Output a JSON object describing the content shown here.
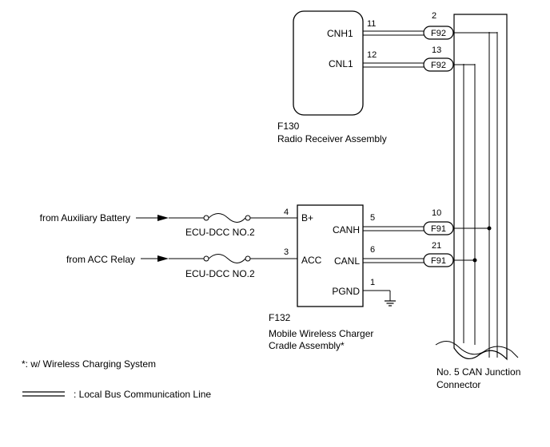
{
  "radio_receiver": {
    "code": "F130",
    "name": "Radio Receiver Assembly",
    "terminals": {
      "cnh1": {
        "label": "CNH1",
        "pin": "11"
      },
      "cnl1": {
        "label": "CNL1",
        "pin": "12"
      }
    },
    "connectors": [
      {
        "label": "F92",
        "pin": "2"
      },
      {
        "label": "F92",
        "pin": "13"
      }
    ]
  },
  "wireless_charger": {
    "code": "F132",
    "name_line1": "Mobile Wireless Charger",
    "name_line2": "Cradle Assembly*",
    "terminals": {
      "bplus": {
        "label": "B+",
        "pin": "4"
      },
      "acc": {
        "label": "ACC",
        "pin": "3"
      },
      "canh": {
        "label": "CANH",
        "pin": "5"
      },
      "canl": {
        "label": "CANL",
        "pin": "6"
      },
      "pgnd": {
        "label": "PGND",
        "pin": "1"
      }
    },
    "connectors": [
      {
        "label": "F91",
        "pin": "10"
      },
      {
        "label": "F91",
        "pin": "21"
      }
    ]
  },
  "inputs": {
    "battery": {
      "source": "from Auxiliary Battery",
      "fuse": "ECU-DCC NO.2"
    },
    "acc_relay": {
      "source": "from ACC Relay",
      "fuse": "ECU-DCC NO.2"
    }
  },
  "junction": {
    "line1": "No. 5 CAN Junction",
    "line2": "Connector"
  },
  "notes": {
    "footnote": "*: w/ Wireless Charging System",
    "legend": ": Local Bus Communication Line"
  }
}
